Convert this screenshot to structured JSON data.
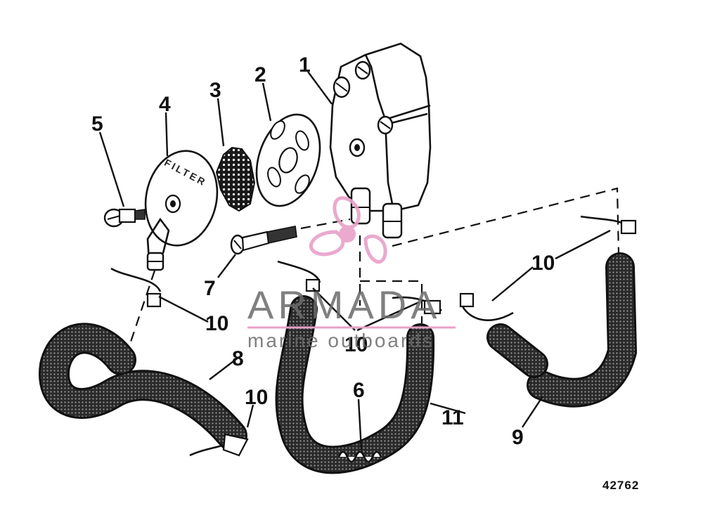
{
  "callouts": {
    "c1": "1",
    "c2": "2",
    "c3": "3",
    "c4": "4",
    "c5": "5",
    "c6": "6",
    "c7": "7",
    "c8": "8",
    "c9": "9",
    "c10a": "10",
    "c10b": "10",
    "c10c": "10",
    "c10d": "10",
    "c11": "11"
  },
  "filter_label": "FILTER",
  "figure_number": "42762",
  "watermark": {
    "brand": "ARMADA",
    "tagline": "marine outboards",
    "color": "#e8a0c8"
  }
}
